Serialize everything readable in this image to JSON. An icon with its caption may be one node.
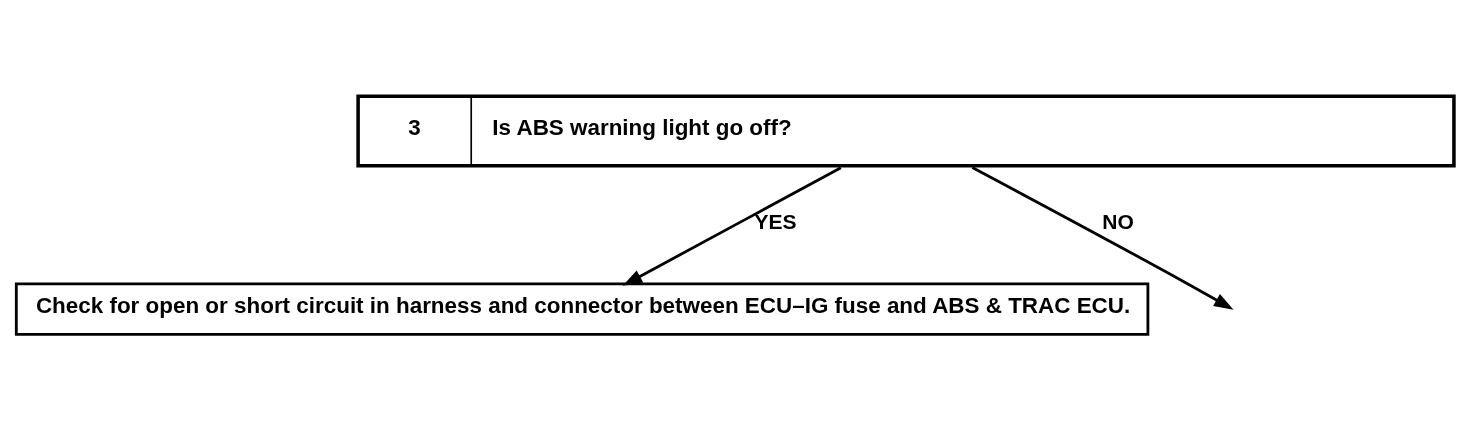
{
  "diagram": {
    "nodes": [
      {
        "text": [
          "3",
          "Is ABS warning light go off?"
        ]
      },
      {
        "text": [
          "Check for open or short circuit in harness and connector between ECU–IG fuse and ABS & TRAC ECU."
        ]
      }
    ],
    "edges": [
      {
        "from": 0,
        "to": 1,
        "arrow": "to",
        "label": "YES"
      },
      {
        "from": 0,
        "to": null,
        "arrow": "to",
        "label": "NO"
      }
    ]
  }
}
